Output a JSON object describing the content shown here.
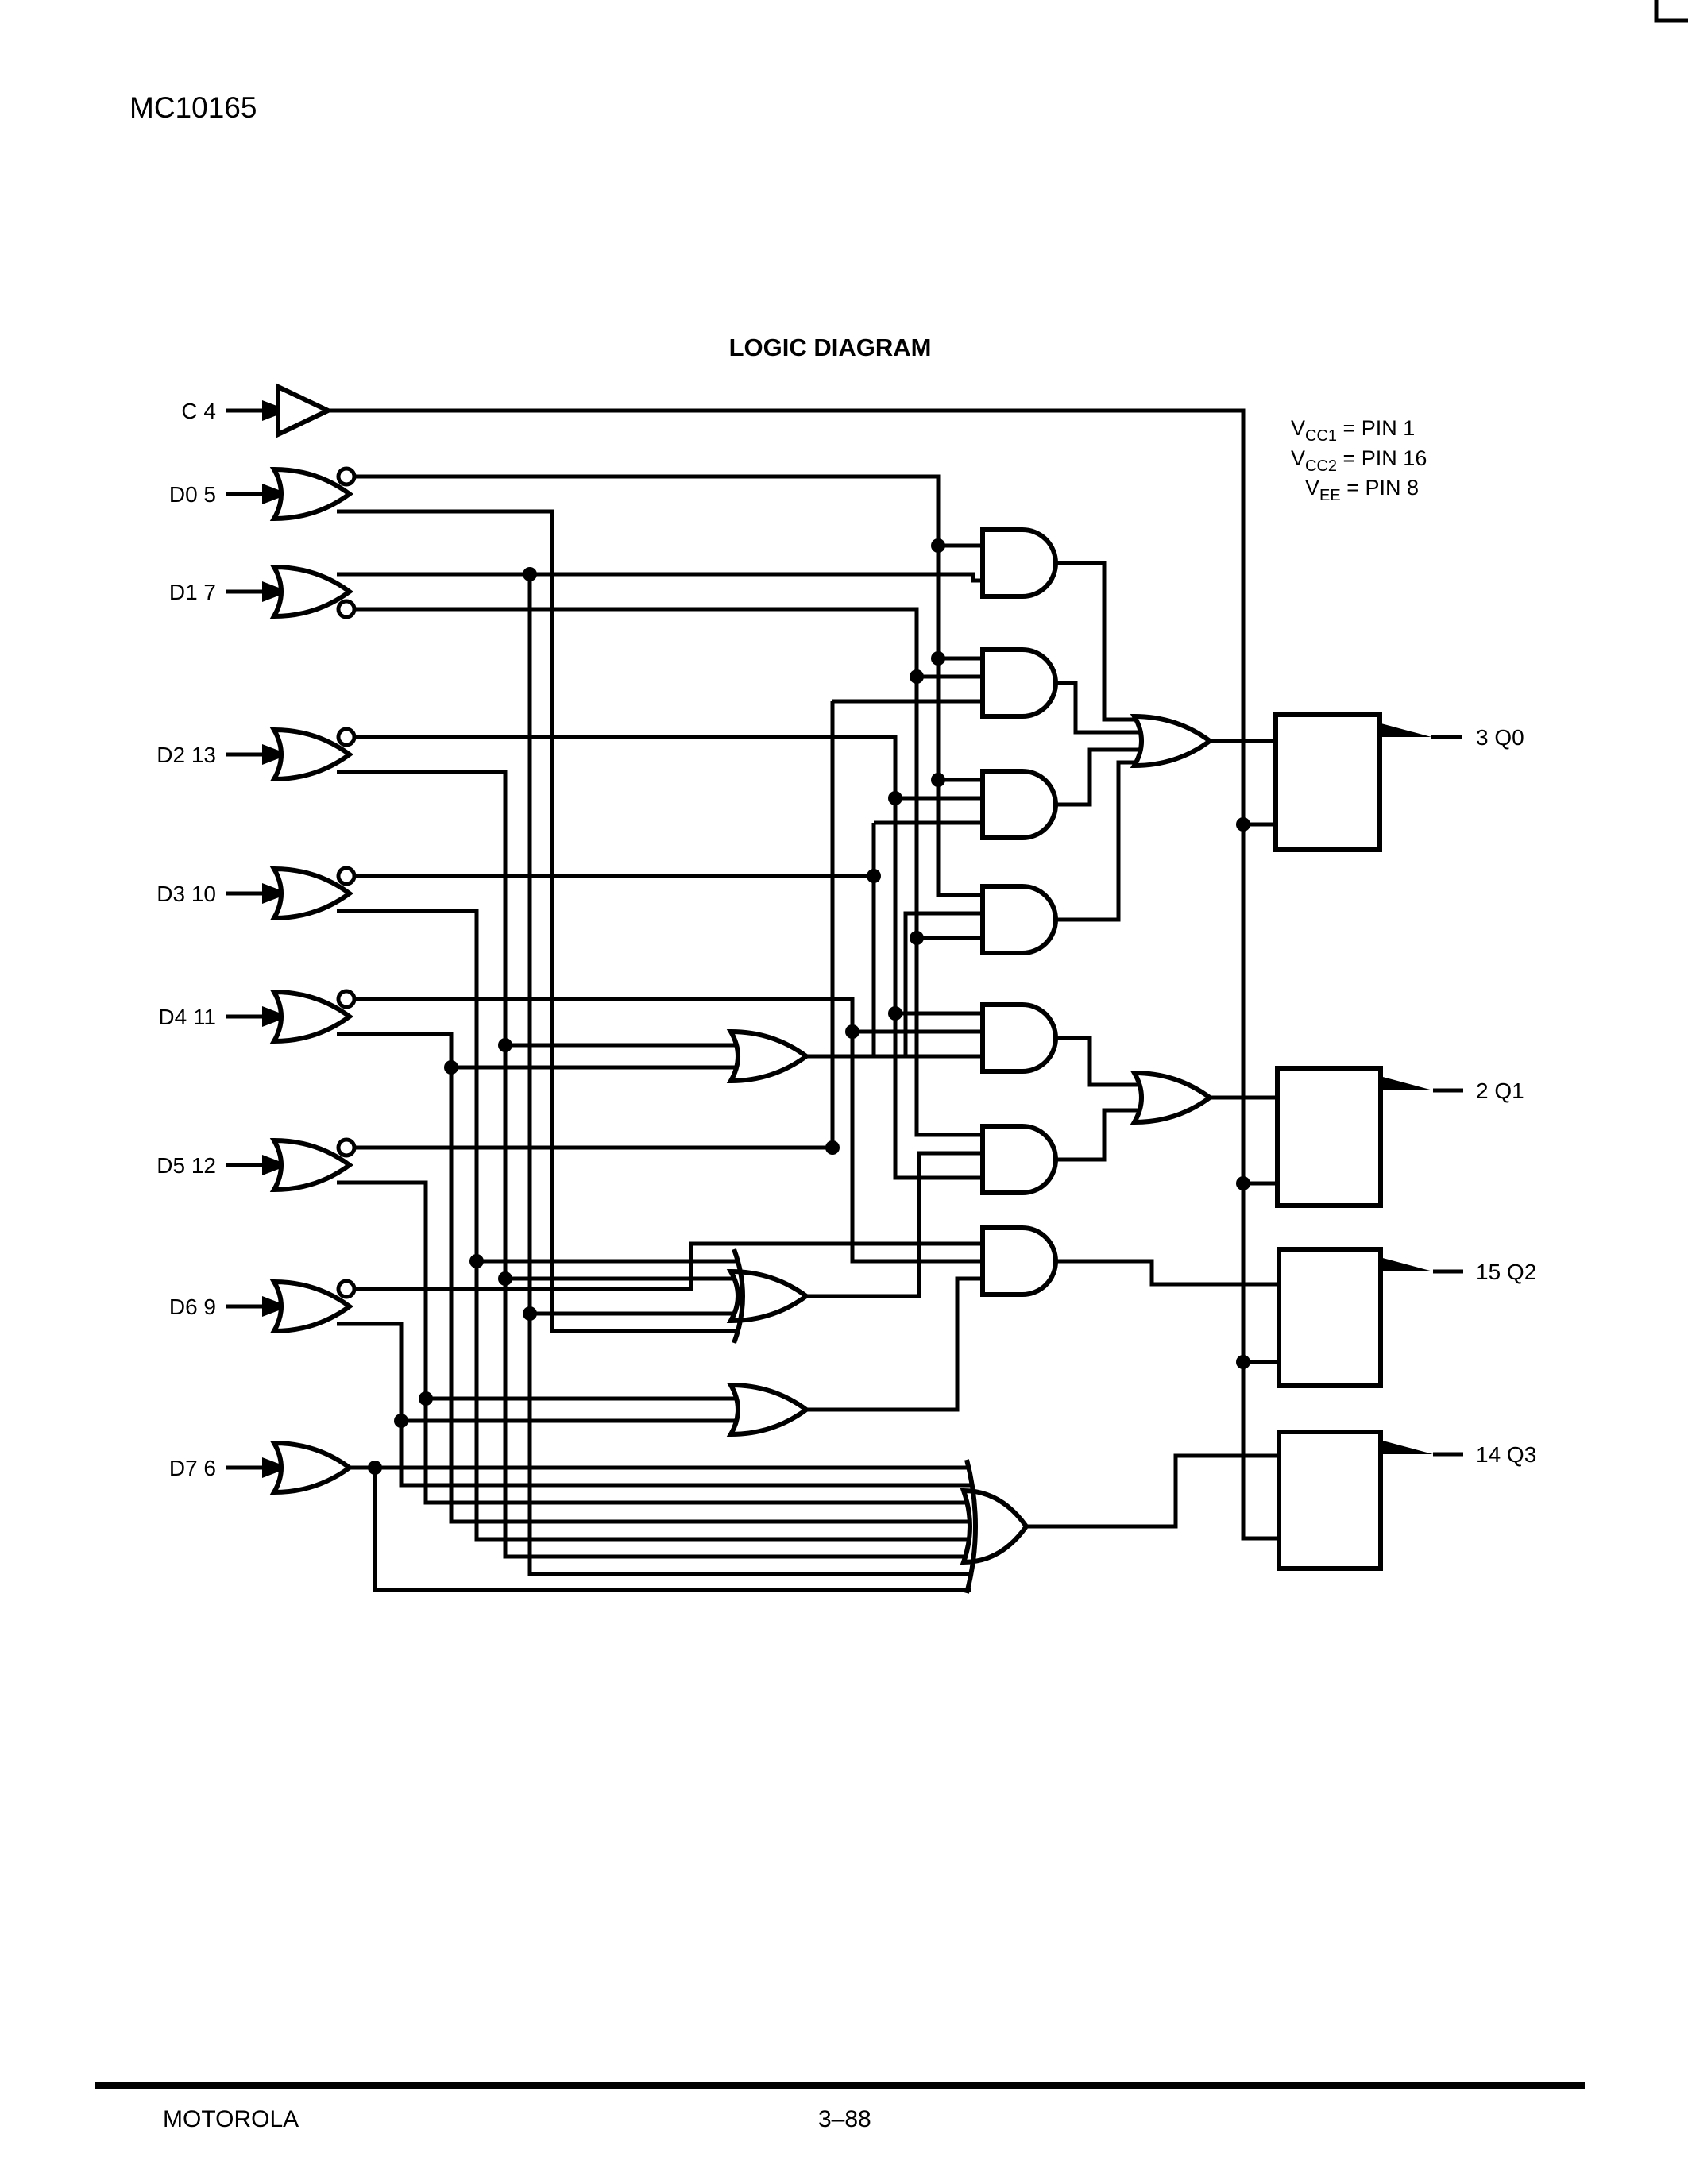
{
  "page": {
    "part_number": "MC10165",
    "footer_brand": "MOTOROLA",
    "footer_page": "3–88"
  },
  "diagram": {
    "heading": "LOGIC DIAGRAM",
    "colors": {
      "ink": "#000000",
      "paper": "#ffffff"
    },
    "inputs": [
      {
        "label": "C 4"
      },
      {
        "label": "D0 5"
      },
      {
        "label": "D1 7"
      },
      {
        "label": "D2 13"
      },
      {
        "label": "D3 10"
      },
      {
        "label": "D4 11"
      },
      {
        "label": "D5 12"
      },
      {
        "label": "D6 9"
      },
      {
        "label": "D7 6"
      }
    ],
    "outputs": [
      {
        "label": "3 Q0"
      },
      {
        "label": "2 Q1"
      },
      {
        "label": "15 Q2"
      },
      {
        "label": "14 Q3"
      }
    ],
    "power_notes": [
      {
        "pre": "V",
        "sub": "CC1",
        "post": " = PIN 1"
      },
      {
        "pre": "V",
        "sub": "CC2",
        "post": " = PIN 16"
      },
      {
        "pre": "V",
        "sub": "EE",
        "post": " = PIN 8"
      }
    ]
  }
}
